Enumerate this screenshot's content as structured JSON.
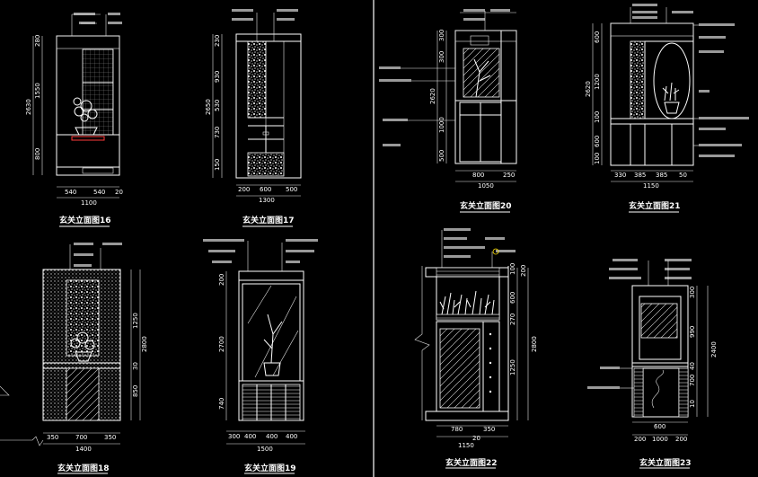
{
  "colors": {
    "background": "#000000",
    "line": "#ffffff",
    "accent_green": "#00ff66",
    "accent_red": "#ff3b3b",
    "accent_cyan": "#22e0ff",
    "accent_yellow": "#ffe100"
  },
  "panels": [
    {
      "id": "p16",
      "title": "玄关立面图16",
      "dims_bottom": [
        "540",
        "540",
        "20",
        "1100"
      ],
      "dims_left": [
        "280",
        "1550",
        "800",
        "2630"
      ]
    },
    {
      "id": "p17",
      "title": "玄关立面图17",
      "dims_bottom": [
        "200",
        "600",
        "500",
        "1300"
      ],
      "dims_left": [
        "230",
        "930",
        "530",
        "730",
        "150",
        "2650"
      ]
    },
    {
      "id": "p20",
      "title": "玄关立面图20",
      "dims_bottom": [
        "800",
        "250",
        "1050"
      ],
      "dims_left": [
        "300",
        "300",
        "1000",
        "500",
        "2620"
      ]
    },
    {
      "id": "p21",
      "title": "玄关立面图21",
      "dims_bottom": [
        "330",
        "385",
        "385",
        "50",
        "1150"
      ],
      "dims_left": [
        "600",
        "1200",
        "100",
        "600",
        "100",
        "2620"
      ]
    },
    {
      "id": "p18",
      "title": "玄关立面图18",
      "dims_bottom": [
        "350",
        "700",
        "350",
        "1400"
      ],
      "dims_right": [
        "1250",
        "30",
        "850",
        "2800"
      ]
    },
    {
      "id": "p19",
      "title": "玄关立面图19",
      "dims_bottom": [
        "300",
        "400",
        "400",
        "400",
        "1500"
      ],
      "dims_left": [
        "2700",
        "740",
        "200"
      ]
    },
    {
      "id": "p22",
      "title": "玄关立面图22",
      "dims_bottom": [
        "780",
        "350",
        "20",
        "1150"
      ],
      "dims_right": [
        "100",
        "200",
        "600",
        "270",
        "1250",
        "2800"
      ]
    },
    {
      "id": "p23",
      "title": "玄关立面图23",
      "dims_bottom": [
        "600",
        "200",
        "1000",
        "200"
      ],
      "dims_right": [
        "300",
        "990",
        "700",
        "40",
        "10",
        "2400"
      ]
    }
  ]
}
